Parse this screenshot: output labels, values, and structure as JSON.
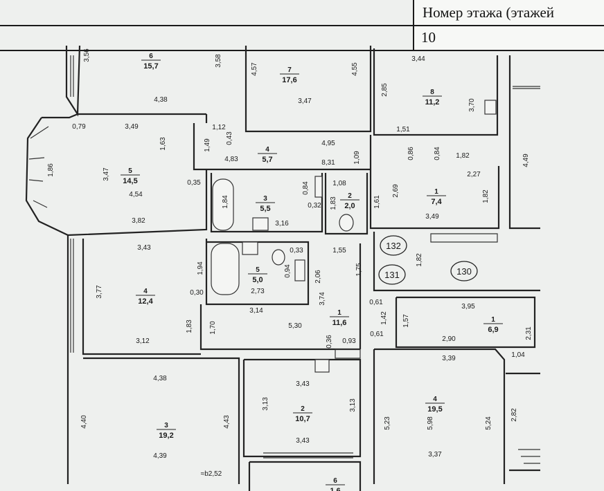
{
  "header": {
    "floor_label": "Номер этажа (этажей",
    "floor_value": "10"
  },
  "apartment_ids": [
    "132",
    "131",
    "130"
  ],
  "rooms": [
    {
      "id": "r6a",
      "num": "6",
      "area": "15,7"
    },
    {
      "id": "r7a",
      "num": "7",
      "area": "17,6"
    },
    {
      "id": "r8a",
      "num": "8",
      "area": "11,2"
    },
    {
      "id": "r5a",
      "num": "5",
      "area": "14,5"
    },
    {
      "id": "r4a",
      "num": "4",
      "area": "5,7"
    },
    {
      "id": "r3a",
      "num": "3",
      "area": "5,5"
    },
    {
      "id": "r2a",
      "num": "2",
      "area": "2,0"
    },
    {
      "id": "r1a",
      "num": "1",
      "area": "7,4"
    },
    {
      "id": "r4b",
      "num": "4",
      "area": "12,4"
    },
    {
      "id": "r5b",
      "num": "5",
      "area": "5,0"
    },
    {
      "id": "r1b",
      "num": "1",
      "area": "11,6"
    },
    {
      "id": "r1c",
      "num": "1",
      "area": "6,9"
    },
    {
      "id": "r3b",
      "num": "3",
      "area": "19,2"
    },
    {
      "id": "r2b",
      "num": "2",
      "area": "10,7"
    },
    {
      "id": "r4c",
      "num": "4",
      "area": "19,5"
    },
    {
      "id": "r6b",
      "num": "6",
      "area": "1,6"
    }
  ],
  "dimensions": [
    "3,56",
    "3,58",
    "4,38",
    "4,57",
    "4,55",
    "3,47",
    "3,44",
    "2,85",
    "3,70",
    "0,79",
    "3,49",
    "1,12",
    "1,63",
    "1,49",
    "0,43",
    "1,51",
    "0,86",
    "0,84",
    "1,82",
    "4,95",
    "4,83",
    "8,31",
    "1,09",
    "2,27",
    "4,49",
    "1,86",
    "3,47",
    "4,54",
    "0,35",
    "1,84",
    "0,84",
    "1,08",
    "1,83",
    "0,32",
    "2,69",
    "1,61",
    "1,82",
    "3,82",
    "3,16",
    "3,49",
    "3,43",
    "0,33",
    "1,55",
    "1,94",
    "0,94",
    "2,06",
    "1,75",
    "1,82",
    "3,77",
    "0,30",
    "2,73",
    "3,74",
    "0,61",
    "3,95",
    "3,14",
    "1,42",
    "1,57",
    "2,31",
    "1,83",
    "1,70",
    "5,30",
    "3,12",
    "0,36",
    "0,93",
    "0,61",
    "2,90",
    "1,04",
    "3,39",
    "4,38",
    "3,43",
    "3,13",
    "3,13",
    "4,40",
    "4,43",
    "5,23",
    "5,98",
    "5,24",
    "2,82",
    "3,43",
    "4,39",
    "3,37",
    "≈b2,52"
  ]
}
